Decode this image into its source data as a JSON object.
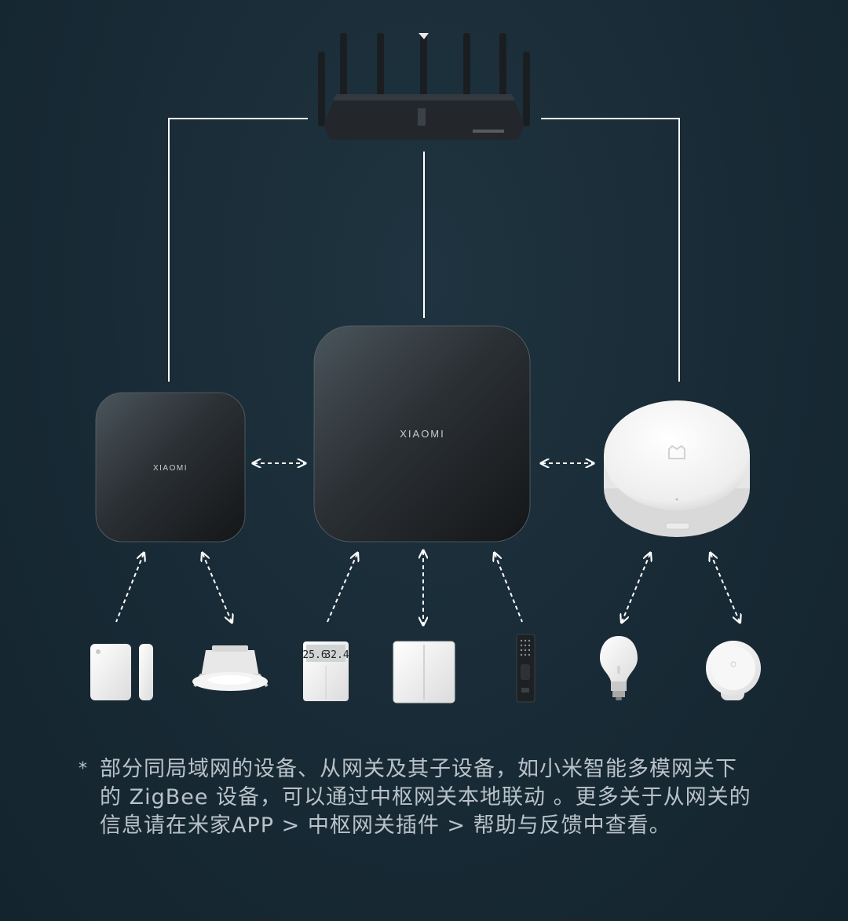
{
  "hubs": {
    "left": {
      "brand": "XIAOMI"
    },
    "center": {
      "brand": "XIAOMI"
    },
    "right": {
      "brand": ""
    }
  },
  "thermo_display": {
    "left": "25.6",
    "right": "32.4"
  },
  "footnote": {
    "mark": "*",
    "lines": [
      "部分同局域网的设备、从网关及其子设备，如小米智能多模网关下",
      "的 ZigBee 设备，可以通过中枢网关本地联动 。更多关于从网关的",
      "信息请在米家APP > 中枢网关插件 > 帮助与反馈中查看。"
    ]
  },
  "colors": {
    "background": "#182a35",
    "line": "#ffffff",
    "hub_dark": "#2a2e31",
    "device_white": "#f2f2f2"
  }
}
